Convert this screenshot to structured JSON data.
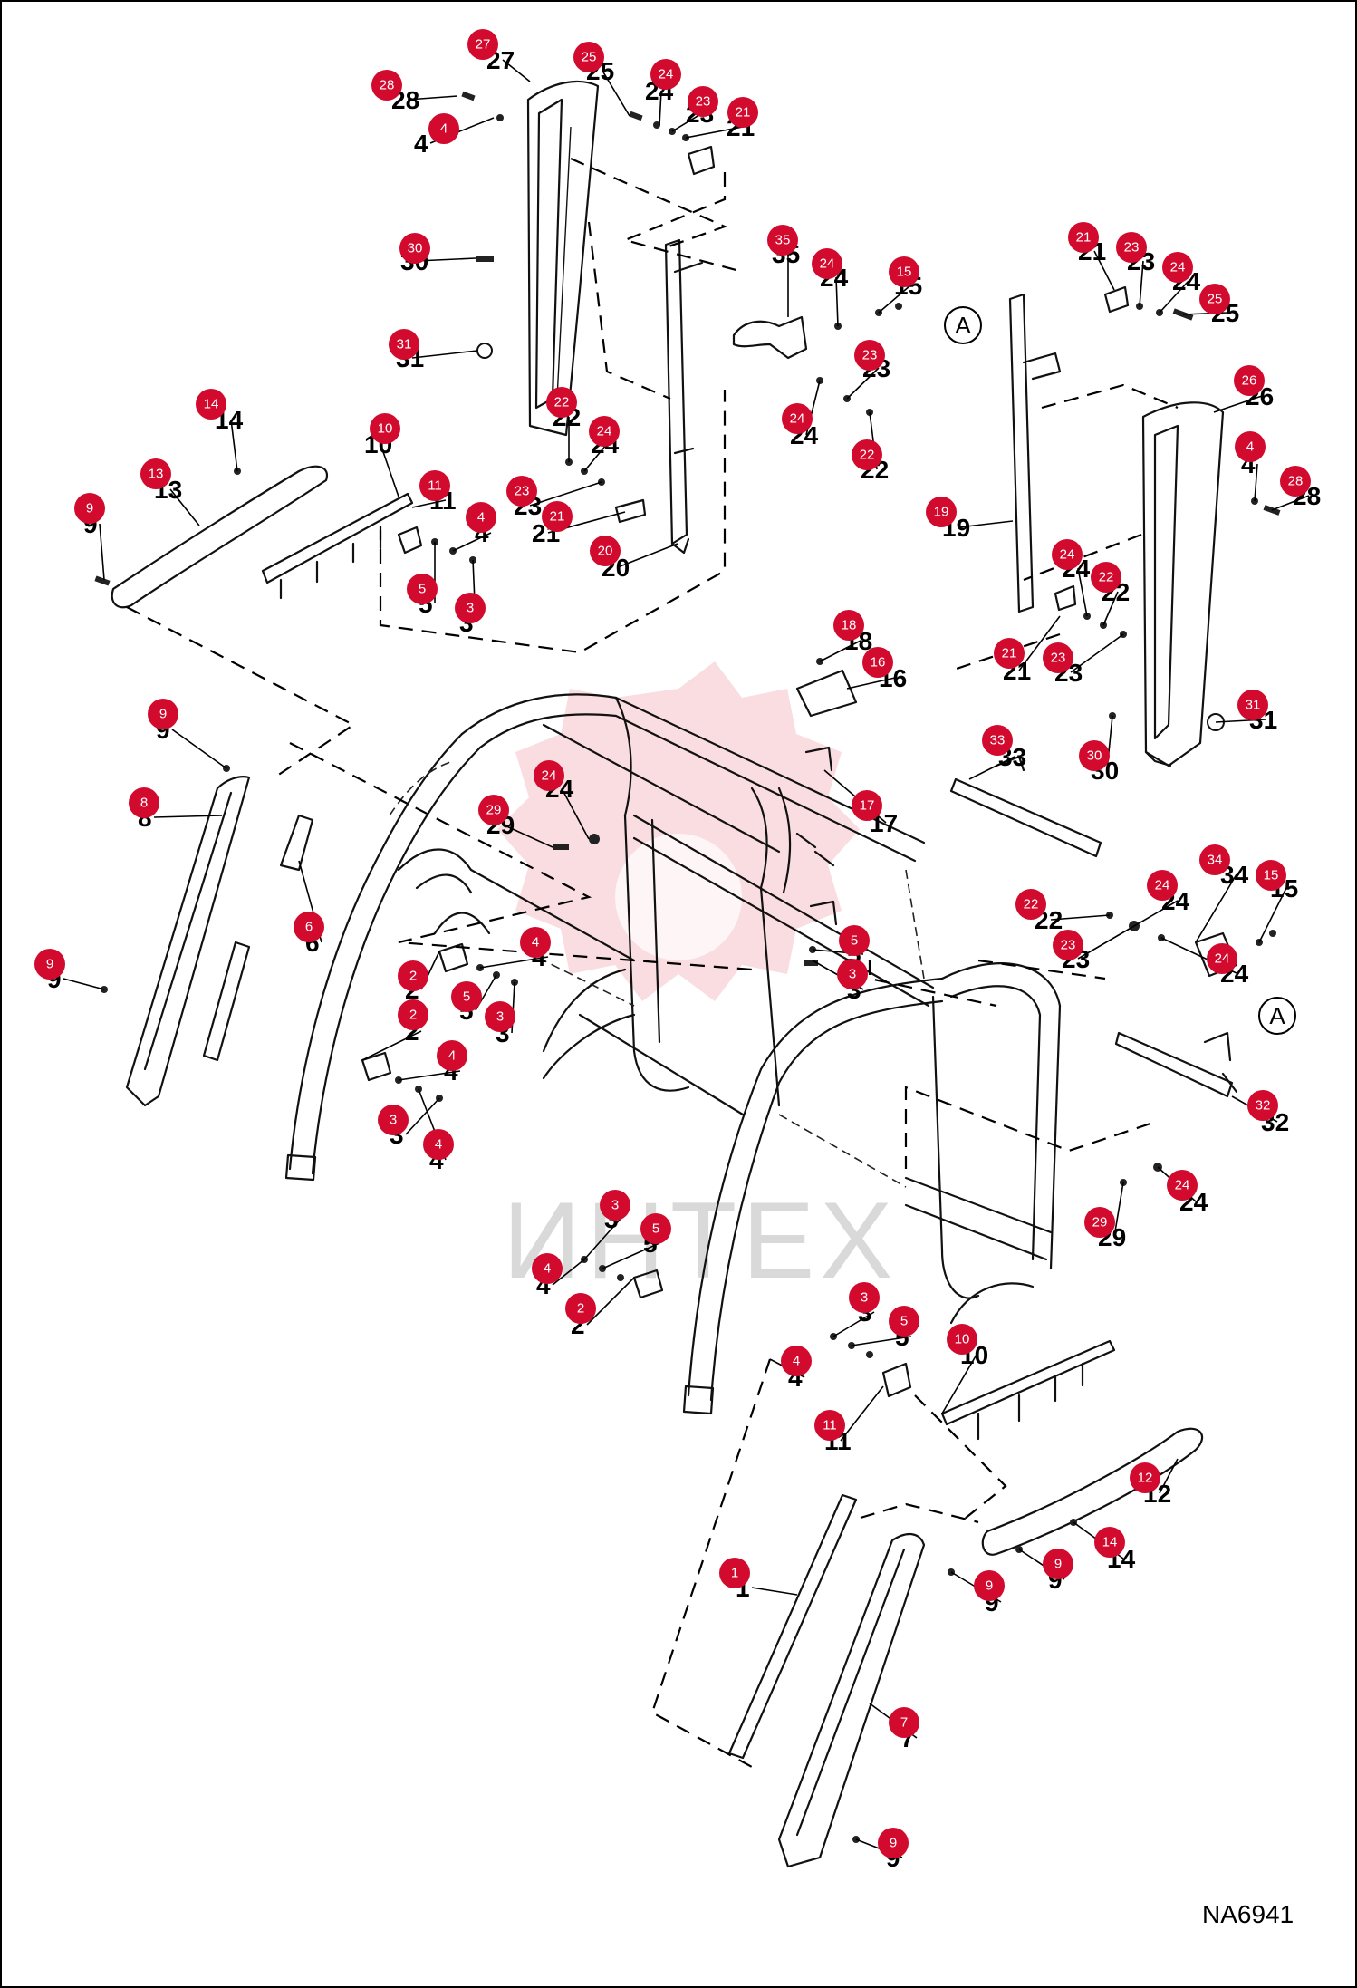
{
  "drawing_code": "NA6941",
  "watermark": {
    "text": "ИНТЕХ"
  },
  "reference_markers": [
    {
      "id": "ref-a-top",
      "label": "A"
    },
    {
      "id": "ref-a-bottom",
      "label": "A"
    }
  ],
  "callouts": [
    {
      "n": "27"
    },
    {
      "n": "28"
    },
    {
      "n": "4"
    },
    {
      "n": "25"
    },
    {
      "n": "24"
    },
    {
      "n": "23"
    },
    {
      "n": "21"
    },
    {
      "n": "30"
    },
    {
      "n": "31"
    },
    {
      "n": "22"
    },
    {
      "n": "24"
    },
    {
      "n": "23"
    },
    {
      "n": "21"
    },
    {
      "n": "20"
    },
    {
      "n": "35"
    },
    {
      "n": "24"
    },
    {
      "n": "15"
    },
    {
      "n": "23"
    },
    {
      "n": "24"
    },
    {
      "n": "22"
    },
    {
      "n": "21"
    },
    {
      "n": "23"
    },
    {
      "n": "24"
    },
    {
      "n": "25"
    },
    {
      "n": "26"
    },
    {
      "n": "4"
    },
    {
      "n": "28"
    },
    {
      "n": "19"
    },
    {
      "n": "24"
    },
    {
      "n": "22"
    },
    {
      "n": "21"
    },
    {
      "n": "23"
    },
    {
      "n": "30"
    },
    {
      "n": "31"
    },
    {
      "n": "14"
    },
    {
      "n": "13"
    },
    {
      "n": "9"
    },
    {
      "n": "10"
    },
    {
      "n": "11"
    },
    {
      "n": "4"
    },
    {
      "n": "5"
    },
    {
      "n": "3"
    },
    {
      "n": "18"
    },
    {
      "n": "16"
    },
    {
      "n": "33"
    },
    {
      "n": "17"
    },
    {
      "n": "9"
    },
    {
      "n": "8"
    },
    {
      "n": "6"
    },
    {
      "n": "24"
    },
    {
      "n": "29"
    },
    {
      "n": "9"
    },
    {
      "n": "4"
    },
    {
      "n": "2"
    },
    {
      "n": "5"
    },
    {
      "n": "2"
    },
    {
      "n": "3"
    },
    {
      "n": "4"
    },
    {
      "n": "3"
    },
    {
      "n": "4"
    },
    {
      "n": "5"
    },
    {
      "n": "3"
    },
    {
      "n": "22"
    },
    {
      "n": "24"
    },
    {
      "n": "34"
    },
    {
      "n": "15"
    },
    {
      "n": "23"
    },
    {
      "n": "24"
    },
    {
      "n": "32"
    },
    {
      "n": "24"
    },
    {
      "n": "29"
    },
    {
      "n": "3"
    },
    {
      "n": "5"
    },
    {
      "n": "4"
    },
    {
      "n": "2"
    },
    {
      "n": "3"
    },
    {
      "n": "5"
    },
    {
      "n": "4"
    },
    {
      "n": "10"
    },
    {
      "n": "11"
    },
    {
      "n": "12"
    },
    {
      "n": "14"
    },
    {
      "n": "9"
    },
    {
      "n": "9"
    },
    {
      "n": "1"
    },
    {
      "n": "7"
    },
    {
      "n": "9"
    }
  ]
}
